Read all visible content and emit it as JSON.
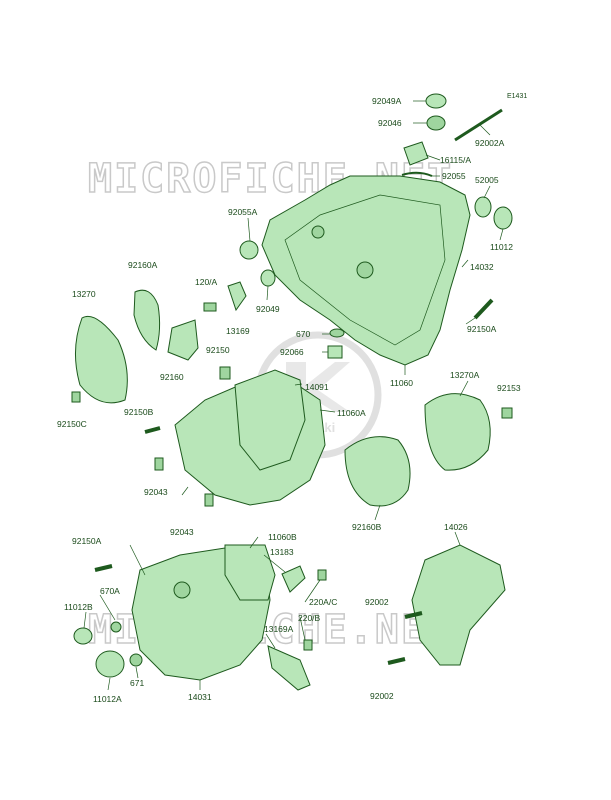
{
  "diagram_code": "E1431",
  "watermark": {
    "top": "MICROFICHE.NET",
    "bottom": "MICROFICHE.NET",
    "logo": "Kawasaki"
  },
  "colors": {
    "part_fill": "#b8e6b8",
    "line": "#1e5a1e",
    "label": "#1a4a1a"
  },
  "parts": [
    {
      "id": "92049A",
      "label": "92049A"
    },
    {
      "id": "92046",
      "label": "92046"
    },
    {
      "id": "92002A",
      "label": "92002A"
    },
    {
      "id": "16115A",
      "label": "16115/A"
    },
    {
      "id": "92055",
      "label": "92055"
    },
    {
      "id": "52005",
      "label": "52005"
    },
    {
      "id": "92055A",
      "label": "92055A"
    },
    {
      "id": "11012",
      "label": "11012"
    },
    {
      "id": "14032",
      "label": "14032"
    },
    {
      "id": "92160A",
      "label": "92160A"
    },
    {
      "id": "120A",
      "label": "120/A"
    },
    {
      "id": "13270",
      "label": "13270"
    },
    {
      "id": "92049",
      "label": "92049"
    },
    {
      "id": "92150A",
      "label": "92150A"
    },
    {
      "id": "13169",
      "label": "13169"
    },
    {
      "id": "670",
      "label": "670"
    },
    {
      "id": "92066",
      "label": "92066"
    },
    {
      "id": "92150",
      "label": "92150"
    },
    {
      "id": "92160",
      "label": "92160"
    },
    {
      "id": "11060",
      "label": "11060"
    },
    {
      "id": "14091",
      "label": "14091"
    },
    {
      "id": "13270A",
      "label": "13270A"
    },
    {
      "id": "92153",
      "label": "92153"
    },
    {
      "id": "92150B",
      "label": "92150B"
    },
    {
      "id": "11060A",
      "label": "11060A"
    },
    {
      "id": "92150C",
      "label": "92150C"
    },
    {
      "id": "92043a",
      "label": "92043"
    },
    {
      "id": "92160B",
      "label": "92160B"
    },
    {
      "id": "92043b",
      "label": "92043"
    },
    {
      "id": "14026",
      "label": "14026"
    },
    {
      "id": "92150A2",
      "label": "92150A"
    },
    {
      "id": "11060B",
      "label": "11060B"
    },
    {
      "id": "13183",
      "label": "13183"
    },
    {
      "id": "670A",
      "label": "670A"
    },
    {
      "id": "220AC",
      "label": "220A/C"
    },
    {
      "id": "92002a",
      "label": "92002"
    },
    {
      "id": "11012B",
      "label": "11012B"
    },
    {
      "id": "13169A",
      "label": "13169A"
    },
    {
      "id": "220B",
      "label": "220/B"
    },
    {
      "id": "671",
      "label": "671"
    },
    {
      "id": "11012A",
      "label": "11012A"
    },
    {
      "id": "14031",
      "label": "14031"
    },
    {
      "id": "92002b",
      "label": "92002"
    }
  ]
}
